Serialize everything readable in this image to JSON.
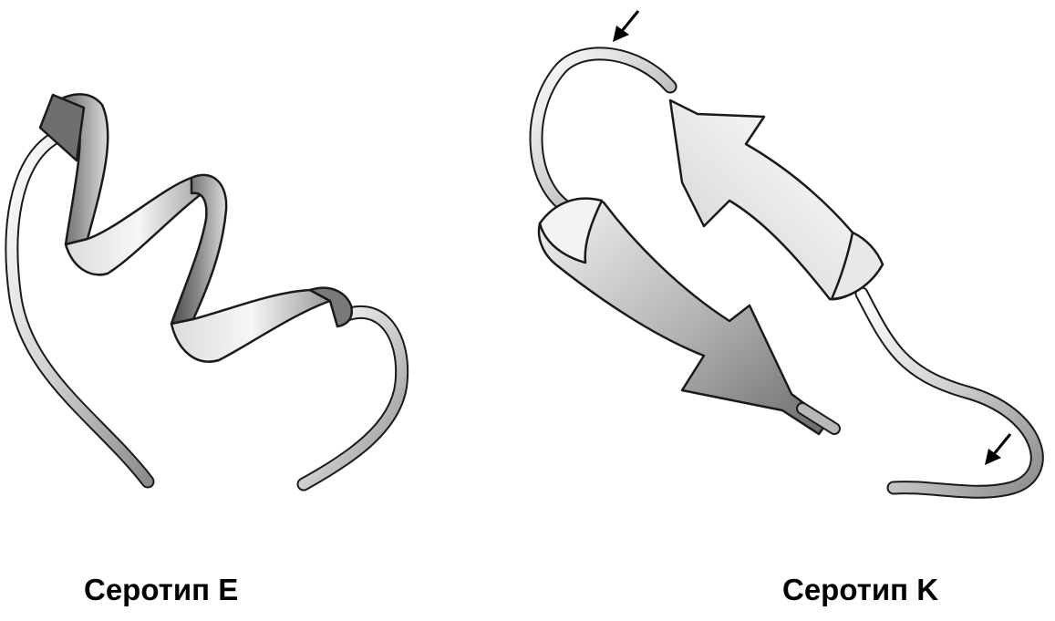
{
  "panels": [
    {
      "id": "left",
      "caption": "Серотип E",
      "structure": "alpha-helix"
    },
    {
      "id": "right",
      "caption": "Серотип K",
      "structure": "beta-hairpin"
    }
  ],
  "colors": {
    "background": "#ffffff",
    "outline": "#1a1a1a",
    "light": "#f2f2f2",
    "mid": "#b8b8b8",
    "dark": "#5e5e5e",
    "text": "#000000"
  }
}
